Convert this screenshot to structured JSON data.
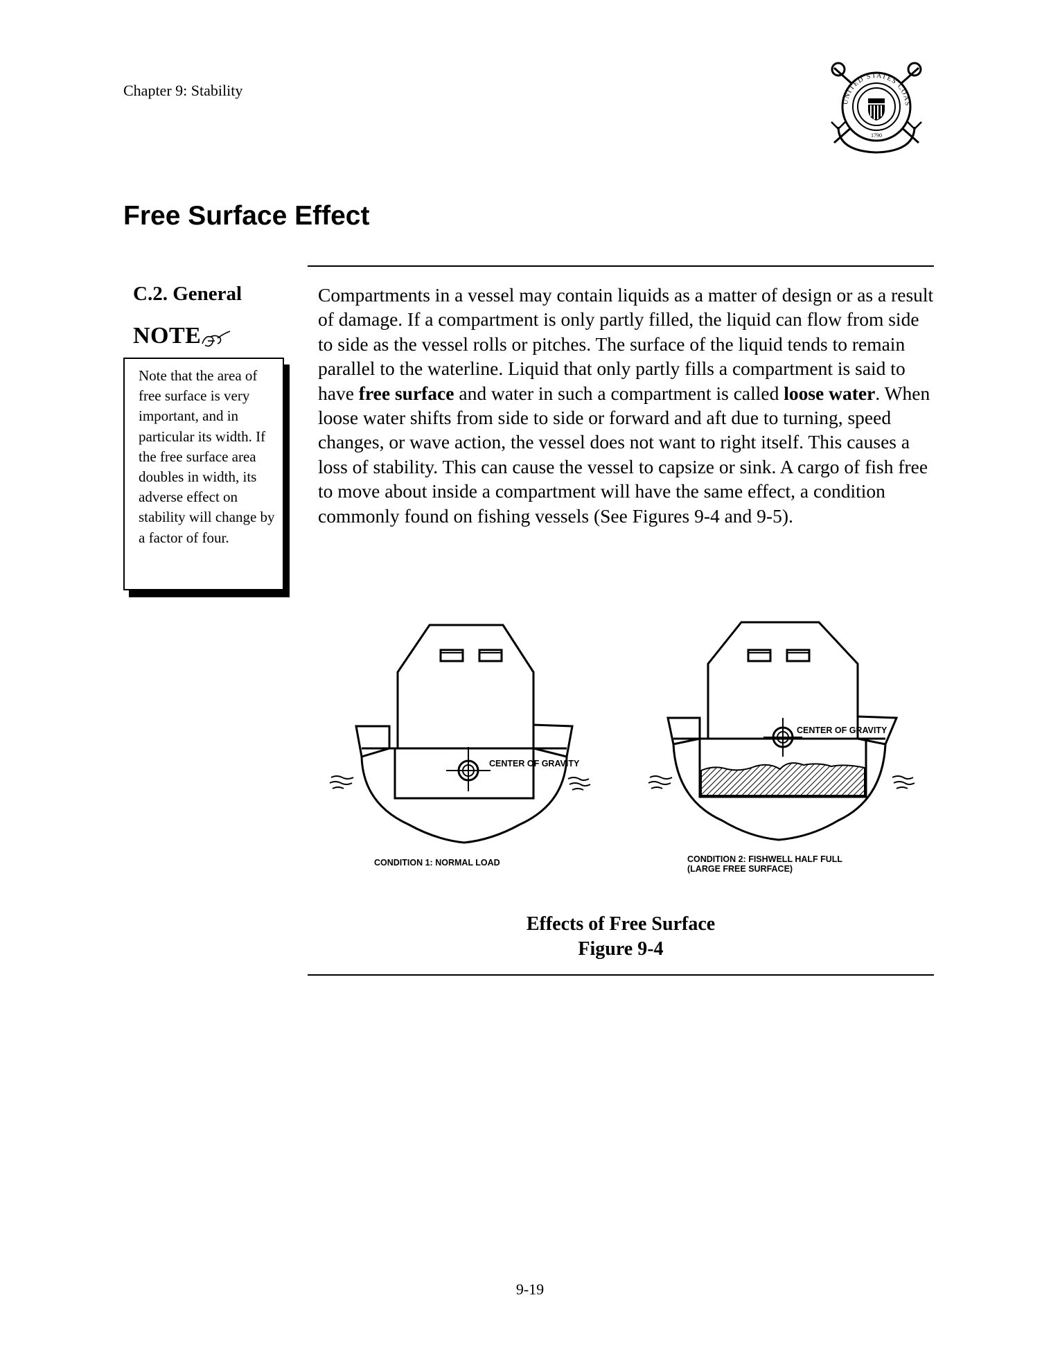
{
  "header": {
    "chapter": "Chapter 9:  Stability",
    "seal": {
      "icon": "coast-guard-seal-icon",
      "text_ring": "UNITED STATES COAST GUARD",
      "year": "1790"
    }
  },
  "section_title": "Free Surface Effect",
  "section_label": "C.2.  General",
  "note": {
    "heading": "NOTE",
    "icon": "writing-hand-icon",
    "text": "Note that the area of free surface is very important, and in particular its width. If the free surface area doubles in width, its adverse effect on stability will change by a factor of four."
  },
  "body": {
    "p1_part1": "Compartments in a vessel may contain liquids as a matter of design or as a result of damage. If a compartment is only partly filled, the liquid can flow from side to side as the vessel rolls or pitches. The surface of the liquid tends to remain parallel to the waterline. Liquid that only partly fills a compartment is said to have ",
    "bold1": "free surface",
    "p1_part2": " and water in such a compartment is called ",
    "bold2": "loose water",
    "p1_part3": ". When loose water shifts from side to side or forward and aft due to turning, speed changes, or wave action, the vessel does not want to right itself. This causes a loss of stability. This can cause the vessel to capsize or sink. A cargo of fish free to move about inside a compartment will have the same effect, a condition commonly found on fishing vessels (See Figures 9-4 and 9-5)."
  },
  "figure": {
    "left_cg_label": "CENTER OF GRAVITY",
    "right_cg_label": "CENTER OF GRAVITY",
    "left_condition": "CONDITION 1: NORMAL LOAD",
    "right_condition_line1": "CONDITION 2: FISHWELL HALF FULL",
    "right_condition_line2": "(LARGE FREE SURFACE)",
    "caption_title": "Effects of Free Surface",
    "caption_number": "Figure 9-4"
  },
  "page_number": "9-19"
}
